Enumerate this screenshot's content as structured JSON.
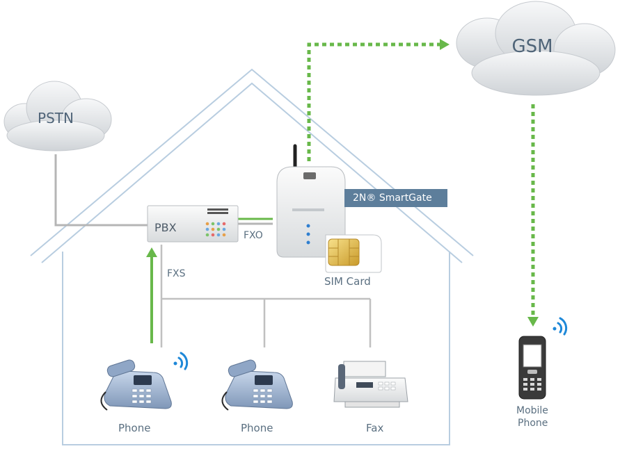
{
  "clouds": {
    "pstn": "PSTN",
    "gsm": "GSM"
  },
  "devices": {
    "pbx": "PBX",
    "gateway": "2N® SmartGate",
    "sim": "SIM Card",
    "phone1": "Phone",
    "phone2": "Phone",
    "fax": "Fax",
    "mobile_line1": "Mobile",
    "mobile_line2": "Phone"
  },
  "links": {
    "fxo": "FXO",
    "fxs": "FXS"
  },
  "colors": {
    "house_line": "#b8cde0",
    "wire_gray": "#b5b5b5",
    "green_link": "#68b84a",
    "badge": "#5d7e9b",
    "signal_blue": "#1e88d8"
  }
}
